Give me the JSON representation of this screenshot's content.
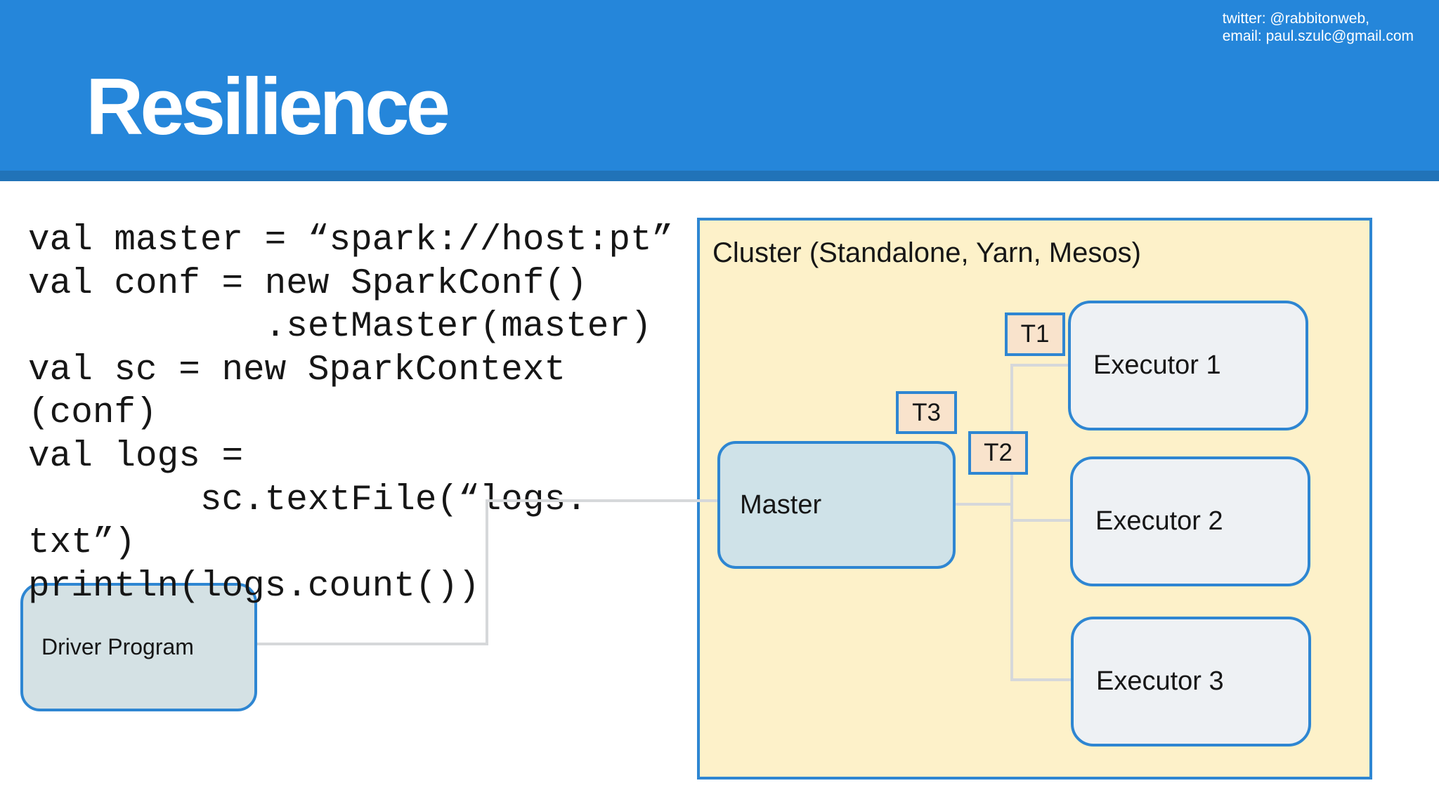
{
  "colors": {
    "header_blue": "#2586da",
    "header_strip": "#2173b8",
    "border_blue": "#2e86d2",
    "cluster_yellow": "#fdf1c9",
    "task_peach": "#f9e3cc",
    "master_fill": "#cfe2e8",
    "driver_fill": "#d4e1e4",
    "executor_fill": "#eef1f4",
    "connector_gray": "#d6d8da"
  },
  "header": {
    "title": "Resilience",
    "contact": [
      "twitter: @rabbitonweb,",
      "email: paul.szulc@gmail.com"
    ]
  },
  "code": {
    "lines": [
      "val master = “spark://host:pt”",
      "val conf = new SparkConf()",
      "           .setMaster(master)",
      "val sc = new SparkContext",
      "(conf)",
      "val logs =",
      "        sc.textFile(“logs.",
      "txt”)",
      "println(logs.count())"
    ]
  },
  "diagram": {
    "driver_label": "Driver Program",
    "cluster_title": "Cluster (Standalone, Yarn, Mesos)",
    "master_label": "Master",
    "executors": [
      "Executor 1",
      "Executor 2",
      "Executor 3"
    ],
    "tasks": [
      "T1",
      "T2",
      "T3"
    ]
  }
}
